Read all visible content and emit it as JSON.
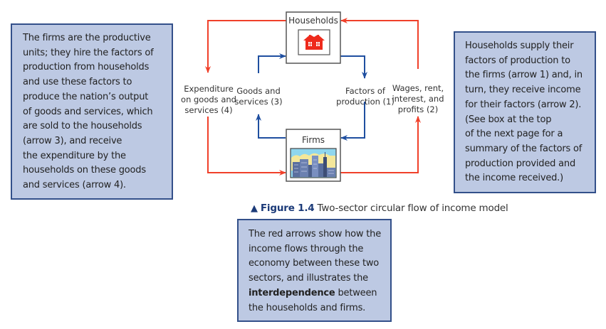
{
  "notes": {
    "left": "The firms are the productive\nunits; they hire the factors of\nproduction from households\nand use these factors to\nproduce the nation’s output\nof goods and services, which\nare sold to the households\n(arrow 3), and receive\nthe expenditure by the\nhouseholds on these goods\nand services (arrow 4).",
    "right": "Households supply their\nfactors of production to\nthe firms (arrow 1) and, in\nturn, they receive income\nfor their factors (arrow 2).\n(See box at the top\nof the next page for a\nsummary of the factors of\nproduction provided and\nthe income received.)",
    "bottom_pre": "The red arrows show how the\nincome flows through the\neconomy between these two\nsectors, and illustrates the\n",
    "bottom_bold": "interdependence",
    "bottom_post": " between\nthe households and firms."
  },
  "diagram": {
    "households_label": "Households",
    "firms_label": "Firms",
    "households_icon": "house-icon",
    "firms_icon": "city-skyline-icon",
    "flows": [
      {
        "id": 1,
        "lines": [
          "Factors of",
          "production (1)"
        ],
        "color": "blue",
        "direction": "households-to-firms"
      },
      {
        "id": 2,
        "lines": [
          "Wages, rent,",
          "interest, and",
          "profits (2)"
        ],
        "color": "red",
        "direction": "firms-to-households"
      },
      {
        "id": 3,
        "lines": [
          "Goods and",
          "services (3)"
        ],
        "color": "blue",
        "direction": "firms-to-households"
      },
      {
        "id": 4,
        "lines": [
          "Expenditure",
          "on goods and",
          "services (4)"
        ],
        "color": "red",
        "direction": "households-to-firms"
      }
    ],
    "colors": {
      "red": "#f0402a",
      "blue": "#1f4fa0",
      "house": "#ee2a1c"
    }
  },
  "caption": {
    "marker": "▲",
    "figure": "Figure 1.4",
    "text": " Two-sector circular flow of income model"
  }
}
